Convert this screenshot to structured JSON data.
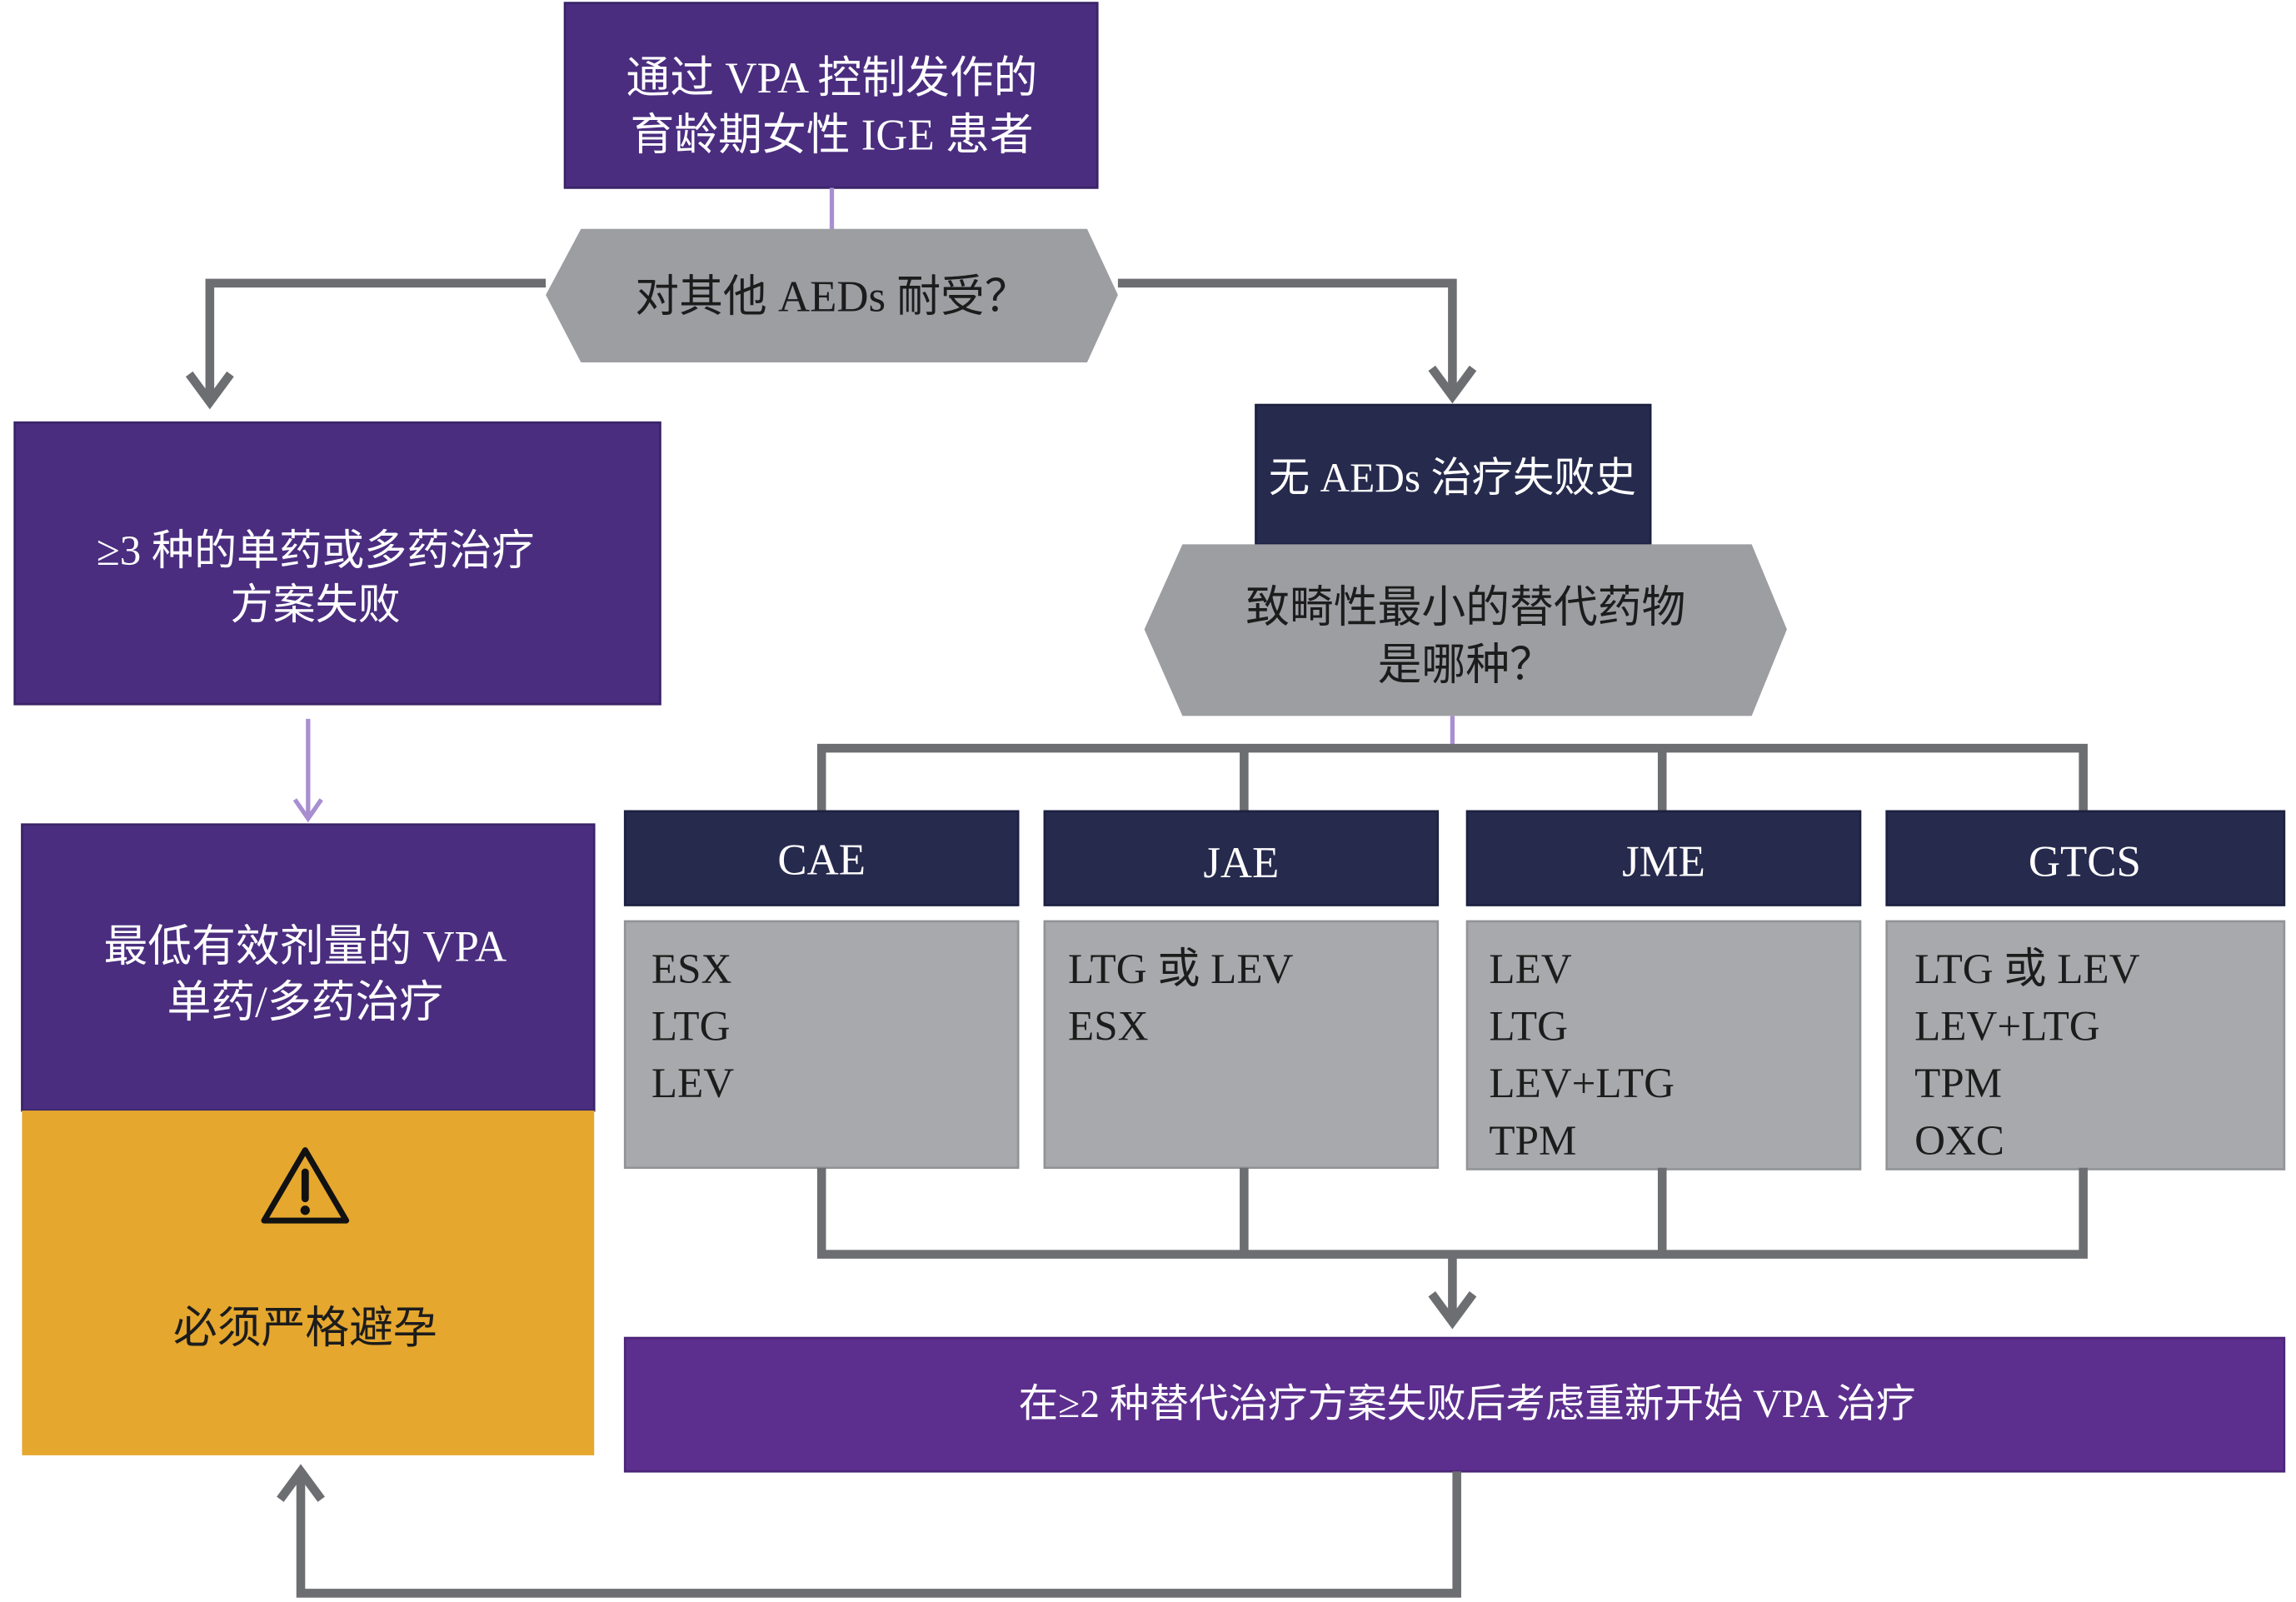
{
  "start_node": {
    "lines": [
      "通过 VPA 控制发作的",
      "育龄期女性 IGE 患者"
    ]
  },
  "tolerance_question": {
    "text": "对其他 AEDs 耐受？"
  },
  "left_branch": {
    "failure_node": {
      "lines": [
        "≥3 种的单药或多药治疗",
        "方案失败"
      ]
    },
    "vpa_node": {
      "lines": [
        "最低有效剂量的 VPA",
        "单药/多药治疗"
      ]
    },
    "warning": {
      "icon": "warning-triangle-icon",
      "text": "必须严格避孕"
    }
  },
  "right_branch": {
    "history_node": {
      "text": "无 AEDs 治疗失败史"
    },
    "drug_question": {
      "lines": [
        "致畸性最小的替代药物",
        "是哪种？"
      ]
    },
    "syndromes": [
      {
        "name": "CAE",
        "drugs": [
          "ESX",
          "LTG",
          "LEV"
        ]
      },
      {
        "name": "JAE",
        "drugs": [
          "LTG 或 LEV",
          "ESX"
        ]
      },
      {
        "name": "JME",
        "drugs": [
          "LEV",
          "LTG",
          "LEV+LTG",
          "TPM"
        ]
      },
      {
        "name": "GTCS",
        "drugs": [
          "LTG 或 LEV",
          "LEV+LTG",
          "TPM",
          "OXC"
        ]
      }
    ],
    "restart_node": {
      "text": "在≥2 种替代治疗方案失败后考虑重新开始 VPA 治疗"
    }
  },
  "colors": {
    "purple": "#4a2d7f",
    "navy": "#262a4d",
    "gray_node": "#9d9ea2",
    "gray_box": "#a8a9ac",
    "connector": "#6d6e71",
    "thin_connector": "#a88fd0",
    "warning": "#e5a72e",
    "restart": "#5c2f8e"
  }
}
